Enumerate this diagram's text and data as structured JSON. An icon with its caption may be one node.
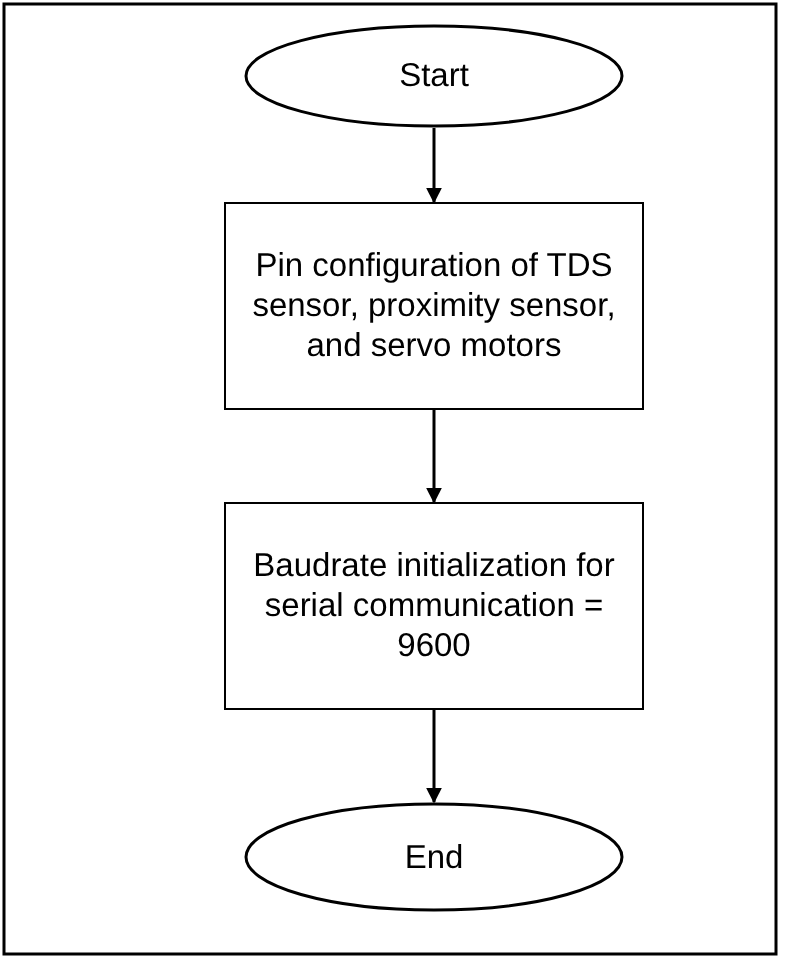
{
  "diagram": {
    "nodes": [
      {
        "text": [
          "Start"
        ]
      },
      {
        "text": [
          "Pin configuration of TDS sensor, proximity sensor, and servo motors"
        ]
      },
      {
        "text": [
          "Baudrate initialization for serial communication = 9600"
        ]
      },
      {
        "text": [
          "End"
        ]
      }
    ],
    "edges": [
      {
        "from": 0,
        "to": 1,
        "arrow": "to"
      },
      {
        "from": 1,
        "to": 2,
        "arrow": "to"
      },
      {
        "from": 2,
        "to": 3,
        "arrow": "to"
      }
    ]
  }
}
